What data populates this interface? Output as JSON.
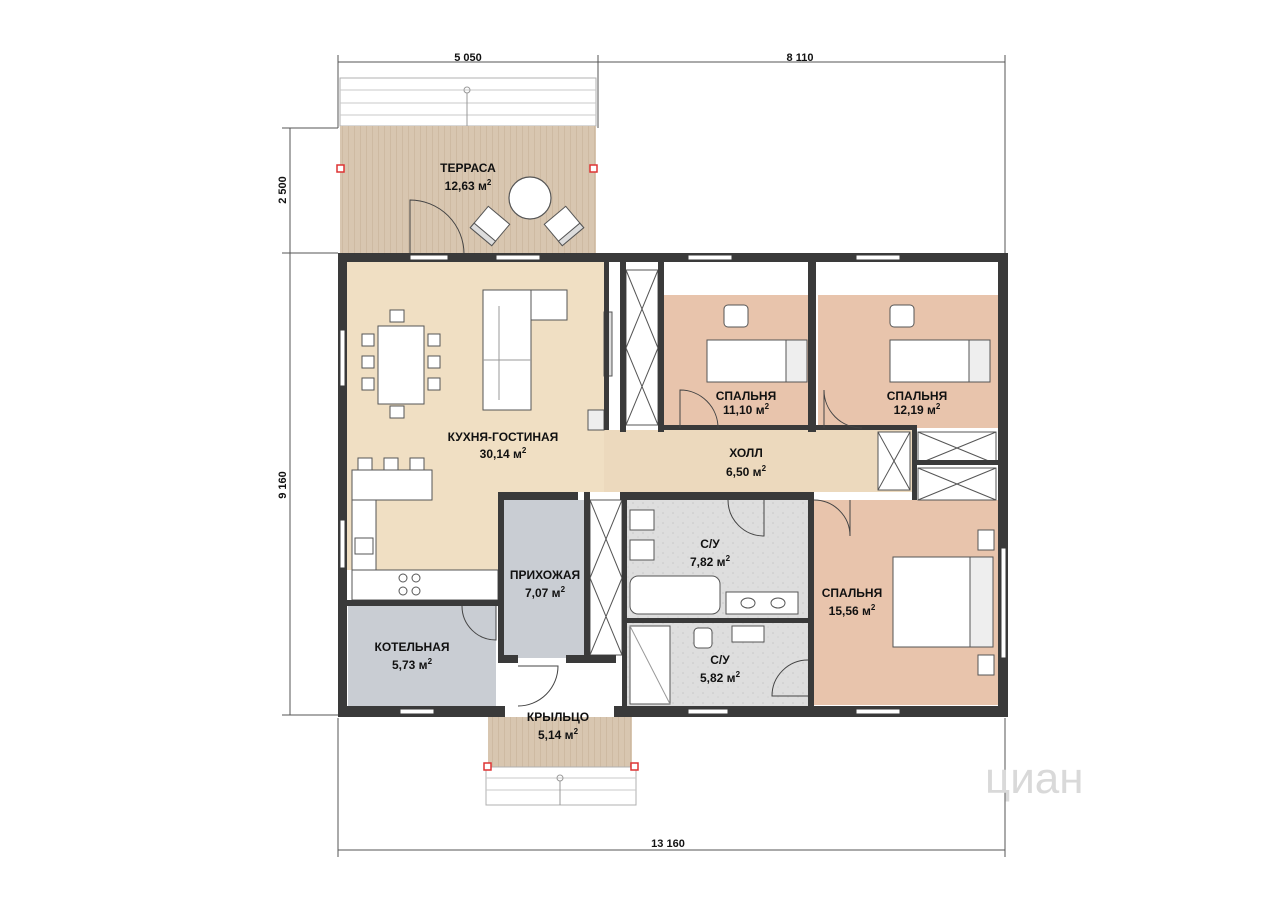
{
  "dimensions": {
    "top_left": "5 050",
    "top_right": "8 110",
    "left_upper": "2 500",
    "left_lower": "9 160",
    "bottom": "13 160"
  },
  "rooms": [
    {
      "name": "ТЕРРАСА",
      "area": "12,63",
      "unit": "м"
    },
    {
      "name": "КУХНЯ-ГОСТИНАЯ",
      "area": "30,14",
      "unit": "м"
    },
    {
      "name": "СПАЛЬНЯ",
      "area": "11,10",
      "unit": "м"
    },
    {
      "name": "СПАЛЬНЯ",
      "area": "12,19",
      "unit": "м"
    },
    {
      "name": "ХОЛЛ",
      "area": "6,50",
      "unit": "м"
    },
    {
      "name": "С/У",
      "area": "7,82",
      "unit": "м"
    },
    {
      "name": "ПРИХОЖАЯ",
      "area": "7,07",
      "unit": "м"
    },
    {
      "name": "СПАЛЬНЯ",
      "area": "15,56",
      "unit": "м"
    },
    {
      "name": "КОТЕЛЬНАЯ",
      "area": "5,73",
      "unit": "м"
    },
    {
      "name": "С/У",
      "area": "5,82",
      "unit": "м"
    },
    {
      "name": "КРЫЛЬЦО",
      "area": "5,14",
      "unit": "м"
    }
  ],
  "sup": "2",
  "watermark": "циан",
  "colors": {
    "wall": "#3a3a3a",
    "terrace": "#d8c6b0",
    "kitchen": "#f0dfc3",
    "hall": "#ecd9bd",
    "bedroom": "#e8c4ac",
    "entry": "#c9cdd3",
    "boiler": "#c9cdd3",
    "bath": "#dcdcdc"
  }
}
